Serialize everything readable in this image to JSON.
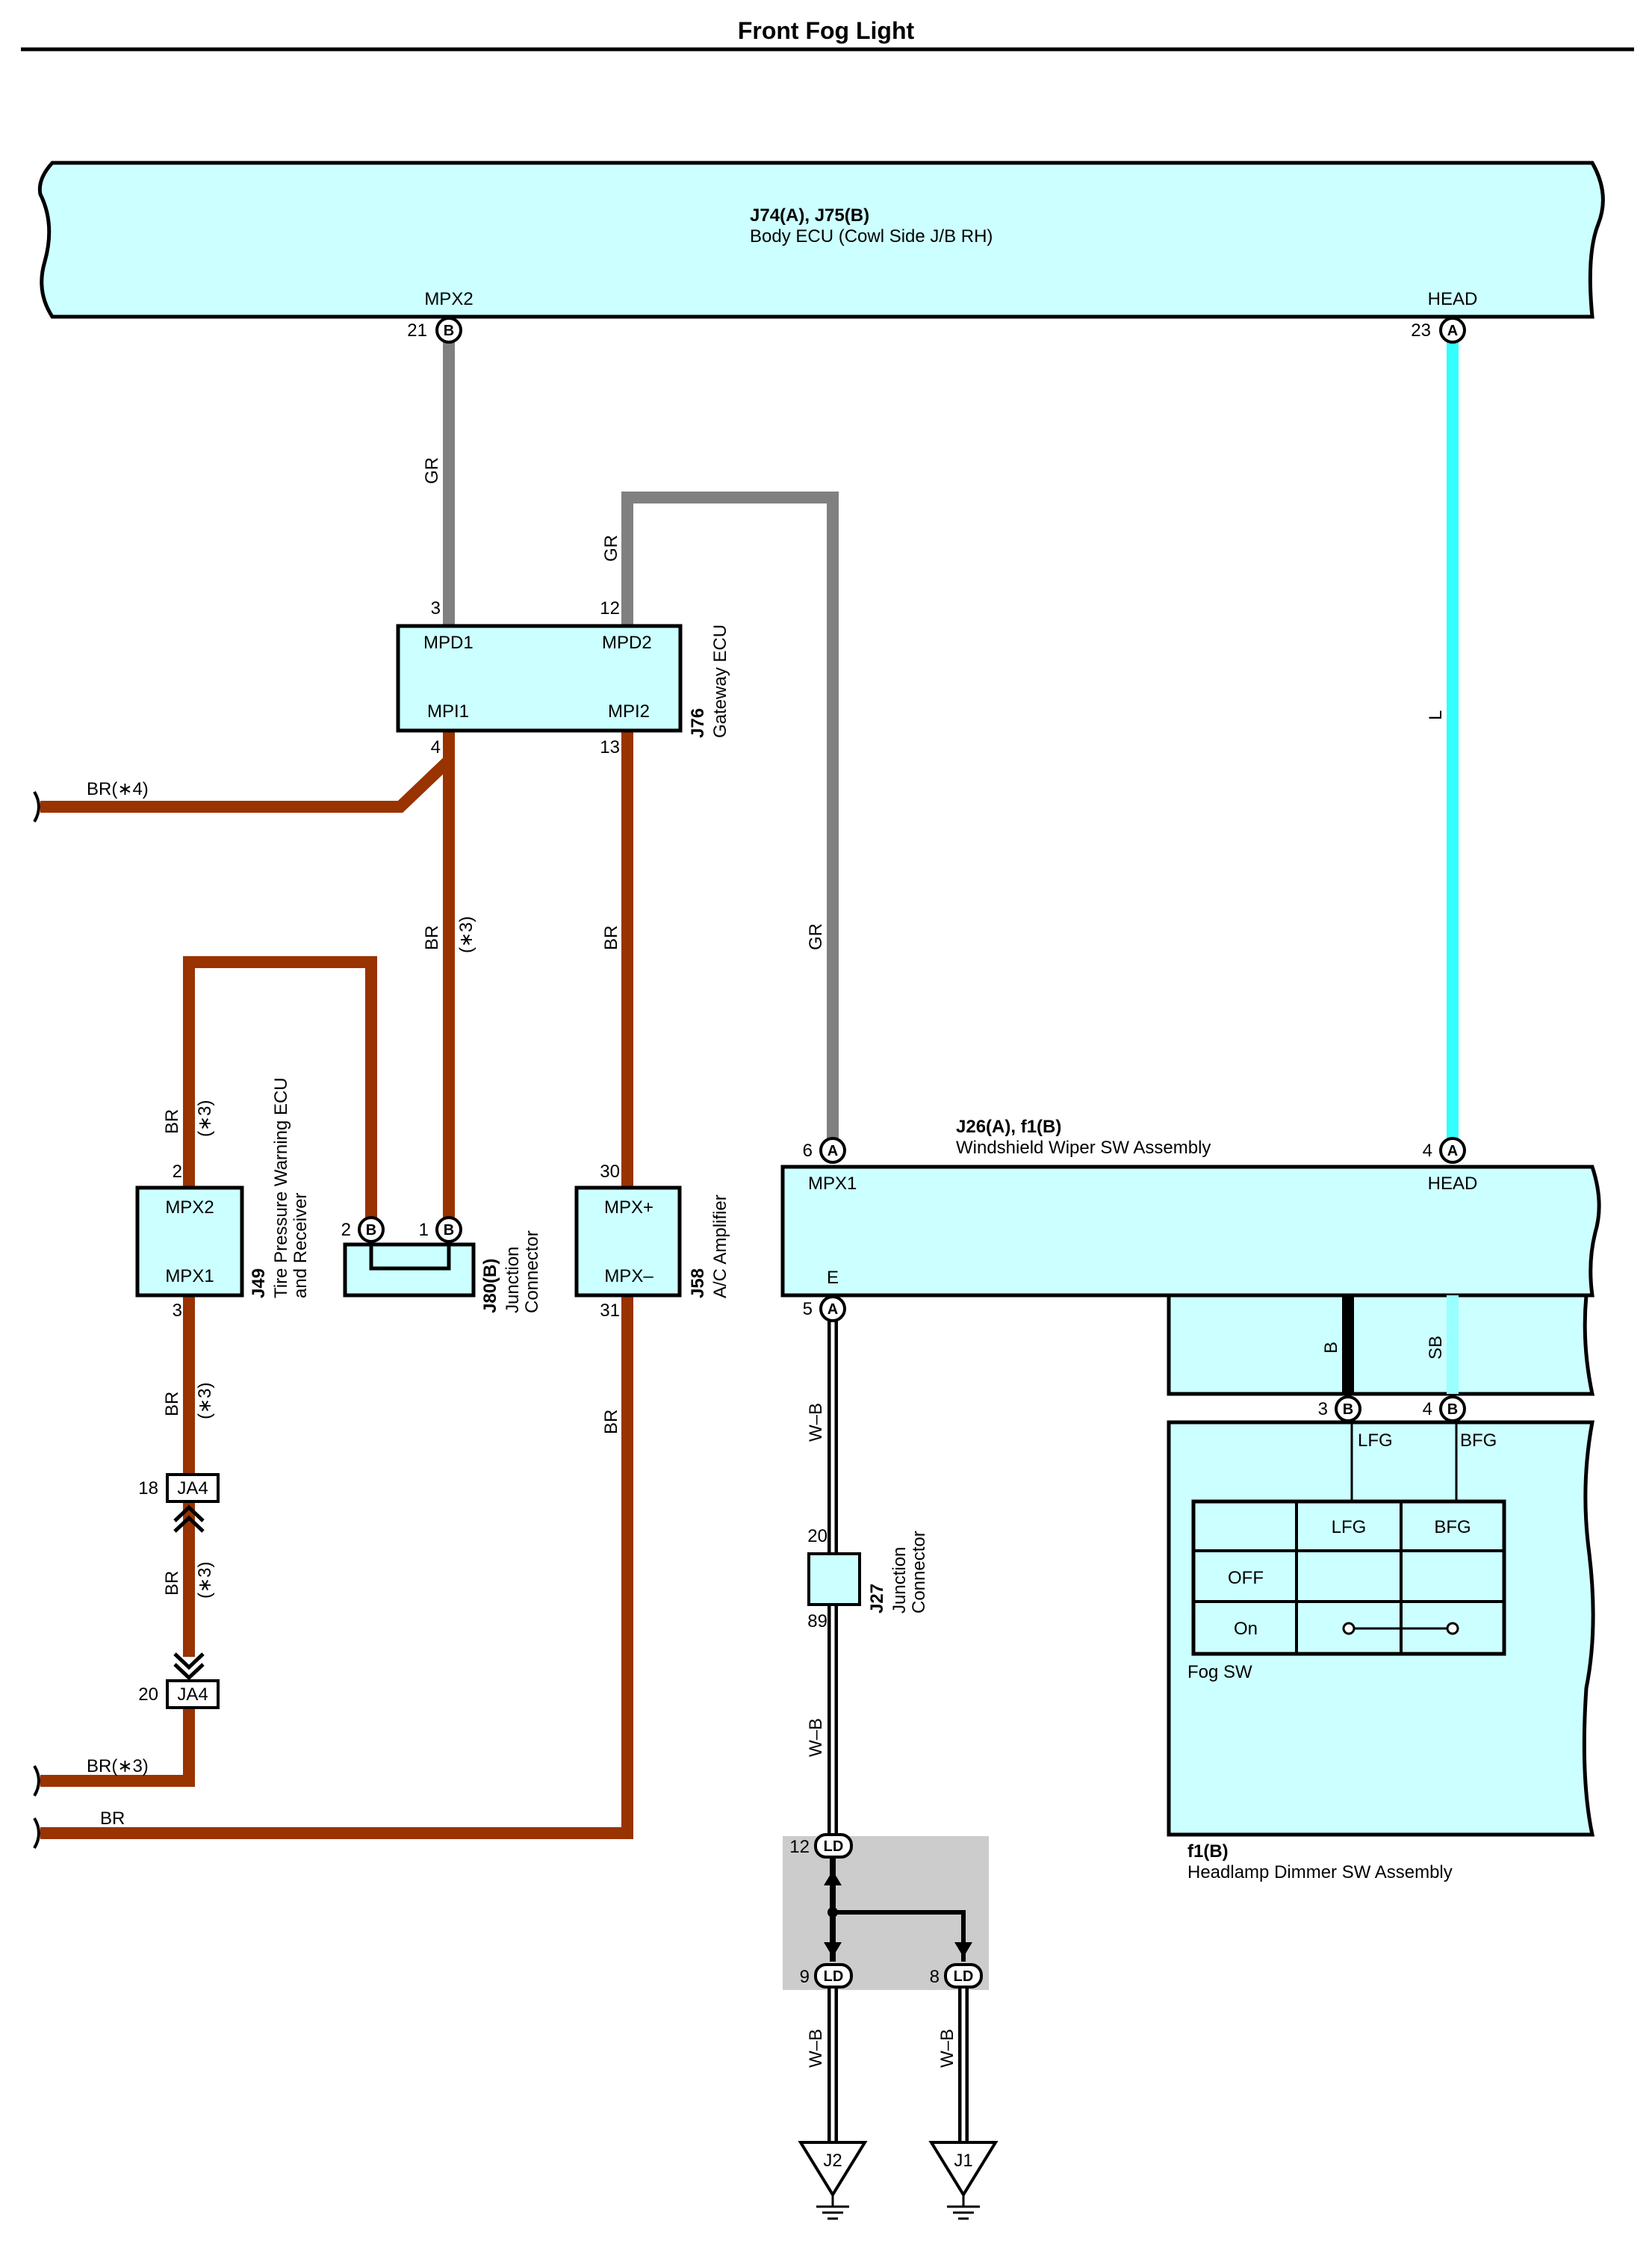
{
  "title": "Front Fog Light",
  "colors": {
    "component_fill": "#ccffff",
    "wire_br": "#993300",
    "wire_gr": "#808080",
    "wire_l": "#33ffff",
    "wire_sb": "#99ffff",
    "wire_b": "#000000",
    "ground_group_bg": "#cccccc"
  },
  "body_ecu": {
    "ref": "J74(A), J75(B)",
    "name": "Body ECU (Cowl Side J/B RH)",
    "pin_mpx2": "MPX2",
    "pin_head": "HEAD",
    "pin_mpx2_num": "21",
    "pin_mpx2_conn": "B",
    "pin_head_num": "23",
    "pin_head_conn": "A"
  },
  "gateway_ecu": {
    "ref": "J76",
    "name": "Gateway ECU",
    "mpd1": "MPD1",
    "mpd2": "MPD2",
    "mpi1": "MPI1",
    "mpi2": "MPI2",
    "pin3": "3",
    "pin12": "12",
    "pin4": "4",
    "pin13": "13"
  },
  "tpms": {
    "ref": "J49",
    "name_line1": "Tire Pressure Warning ECU",
    "name_line2": "and Receiver",
    "mpx2": "MPX2",
    "mpx1": "MPX1",
    "pin2": "2",
    "pin3": "3"
  },
  "junction_j80": {
    "ref": "J80(B)",
    "name_line1": "Junction",
    "name_line2": "Connector",
    "pin2": "2",
    "pin1": "1",
    "conn": "B"
  },
  "ac_amp": {
    "ref": "J58",
    "name": "A/C Amplifier",
    "mpx_plus": "MPX+",
    "mpx_minus": "MPX–",
    "pin30": "30",
    "pin31": "31"
  },
  "wiper_sw": {
    "ref": "J26(A), f1(B)",
    "name": "Windshield Wiper SW Assembly",
    "mpx1": "MPX1",
    "head": "HEAD",
    "e": "E",
    "pin6": "6",
    "pin4": "4",
    "pin5": "5",
    "conn_a": "A"
  },
  "dimmer_sw": {
    "ref": "f1(B)",
    "name": "Headlamp Dimmer SW Assembly",
    "lfg": "LFG",
    "bfg": "BFG",
    "pin3": "3",
    "pin4": "4",
    "conn_b": "B"
  },
  "fog_sw_table": {
    "label": "Fog SW",
    "headers": [
      "",
      "LFG",
      "BFG"
    ],
    "rows": [
      "OFF",
      "On"
    ]
  },
  "junction_j27": {
    "ref": "J27",
    "name_line1": "Junction",
    "name_line2": "Connector",
    "pin20": "20",
    "pin89": "89"
  },
  "junction_ja4": {
    "label": "JA4",
    "pin18": "18",
    "pin20": "20"
  },
  "ld_connectors": {
    "label": "LD",
    "pin12": "12",
    "pin9": "9",
    "pin8": "8"
  },
  "grounds": {
    "j2": "J2",
    "j1": "J1"
  },
  "wire_labels": {
    "gr": "GR",
    "br": "BR",
    "l": "L",
    "b": "B",
    "sb": "SB",
    "wb": "W–B",
    "br_s4": "BR(∗4)",
    "br_s3": "BR(∗3)",
    "s3": "(∗3)"
  }
}
